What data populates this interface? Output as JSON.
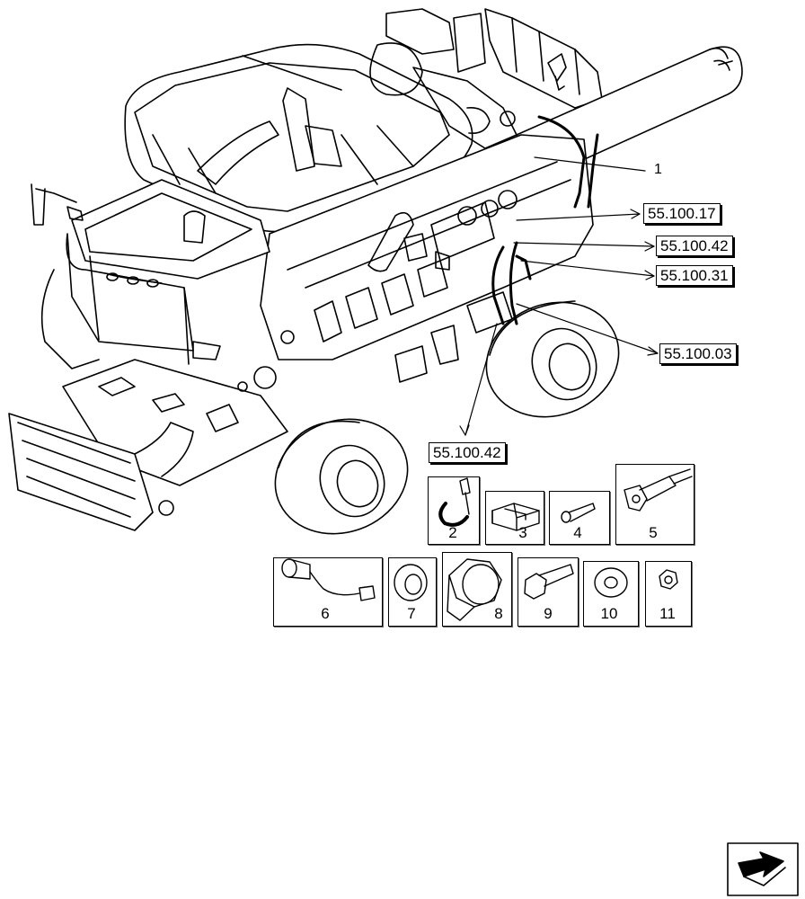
{
  "callout": {
    "item_number": "1"
  },
  "references": [
    {
      "code": "55.100.17"
    },
    {
      "code": "55.100.42"
    },
    {
      "code": "55.100.31"
    },
    {
      "code": "55.100.03"
    },
    {
      "code": "55.100.42"
    }
  ],
  "parts": [
    {
      "number": "2",
      "icon": "cable-tie-icon"
    },
    {
      "number": "3",
      "icon": "clip-block-icon"
    },
    {
      "number": "4",
      "icon": "pin-icon"
    },
    {
      "number": "5",
      "icon": "sensor-connector-icon"
    },
    {
      "number": "6",
      "icon": "harness-connector-icon"
    },
    {
      "number": "7",
      "icon": "grommet-icon"
    },
    {
      "number": "8",
      "icon": "rubber-boot-icon"
    },
    {
      "number": "9",
      "icon": "bolt-icon"
    },
    {
      "number": "10",
      "icon": "washer-icon"
    },
    {
      "number": "11",
      "icon": "nut-icon"
    }
  ],
  "navigation": {
    "icon": "page-arrow-icon"
  }
}
